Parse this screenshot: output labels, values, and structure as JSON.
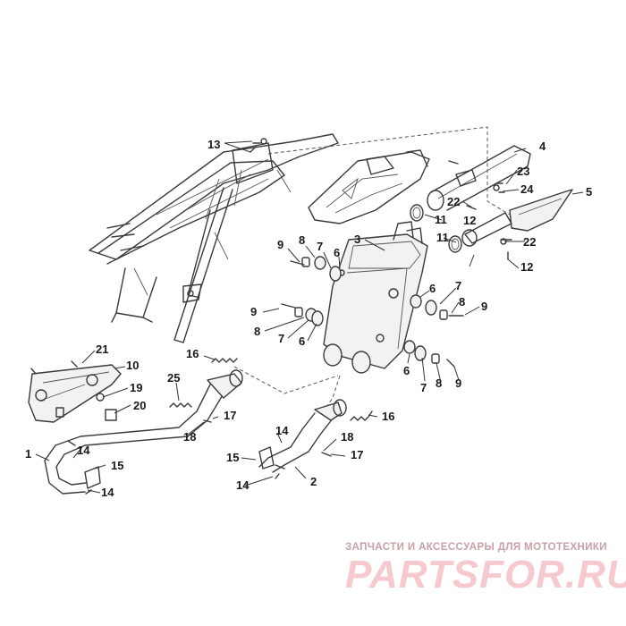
{
  "callouts": {
    "c1": "1",
    "c2": "2",
    "c3": "3",
    "c4": "4",
    "c5": "5",
    "c6a": "6",
    "c6b": "6",
    "c6c": "6",
    "c6d": "6",
    "c7a": "7",
    "c7b": "7",
    "c7c": "7",
    "c7d": "7",
    "c8a": "8",
    "c8b": "8",
    "c8c": "8",
    "c8d": "8",
    "c9a": "9",
    "c9b": "9",
    "c9c": "9",
    "c9d": "9",
    "c10": "10",
    "c11a": "11",
    "c11b": "11",
    "c12a": "12",
    "c12b": "12",
    "c13": "13",
    "c14a": "14",
    "c14b": "14",
    "c14c": "14",
    "c14d": "14",
    "c15a": "15",
    "c15b": "15",
    "c16a": "16",
    "c16b": "16",
    "c17a": "17",
    "c17b": "17",
    "c18a": "18",
    "c18b": "18",
    "c19": "19",
    "c20": "20",
    "c21": "21",
    "c22a": "22",
    "c22b": "22",
    "c23": "23",
    "c24": "24",
    "c25": "25"
  },
  "watermark": {
    "caption": "ЗАПЧАСТИ И АКСЕССУАРЫ ДЛЯ МОТОТЕХНИКИ",
    "logo_text": "PARTSFOR.RU"
  }
}
